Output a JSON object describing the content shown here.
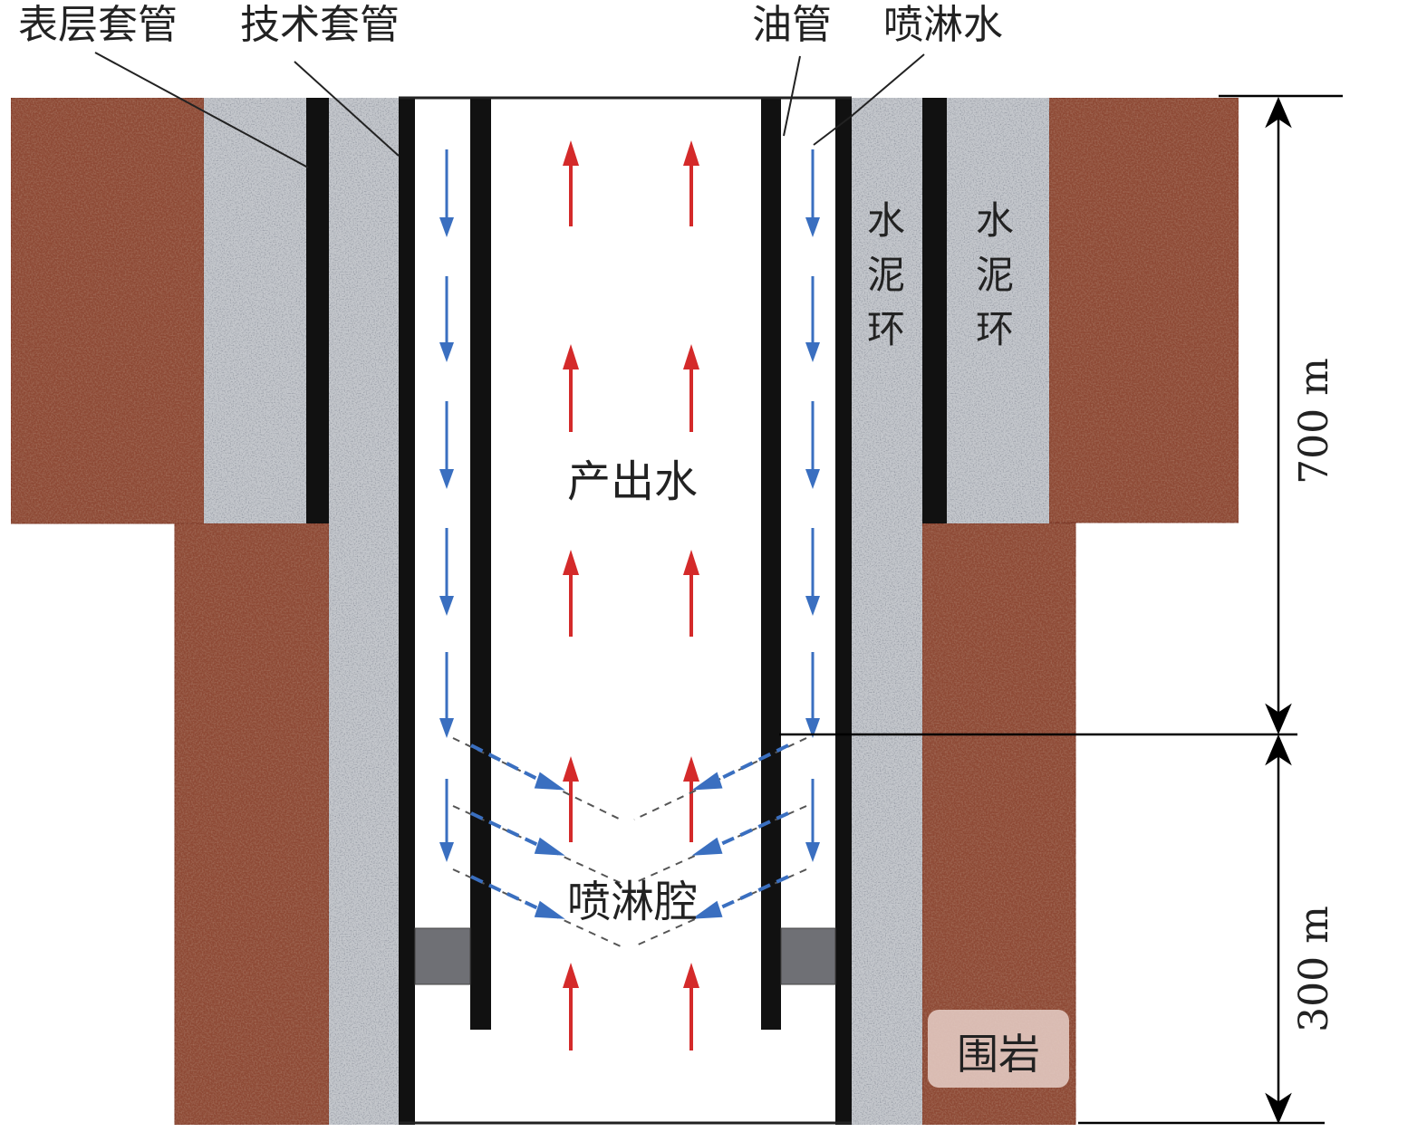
{
  "labels": {
    "surface_casing": "表层套管",
    "technical_casing": "技术套管",
    "tubing": "油管",
    "spray_water": "喷淋水",
    "cement_ring_left": [
      "水",
      "泥",
      "环"
    ],
    "cement_ring_right": [
      "水",
      "泥",
      "环"
    ],
    "produced_water": "产出水",
    "spray_chamber": "喷淋腔",
    "surrounding_rock": "围岩",
    "depth_upper": "700 m",
    "depth_lower": "300 m"
  },
  "colors": {
    "rock": "#8e4a35",
    "cement": "#b9bcc2",
    "casing": "#111111",
    "packer": "#6f7075",
    "down_flow": "#3a6fc0",
    "up_flow": "#d42a2a"
  }
}
